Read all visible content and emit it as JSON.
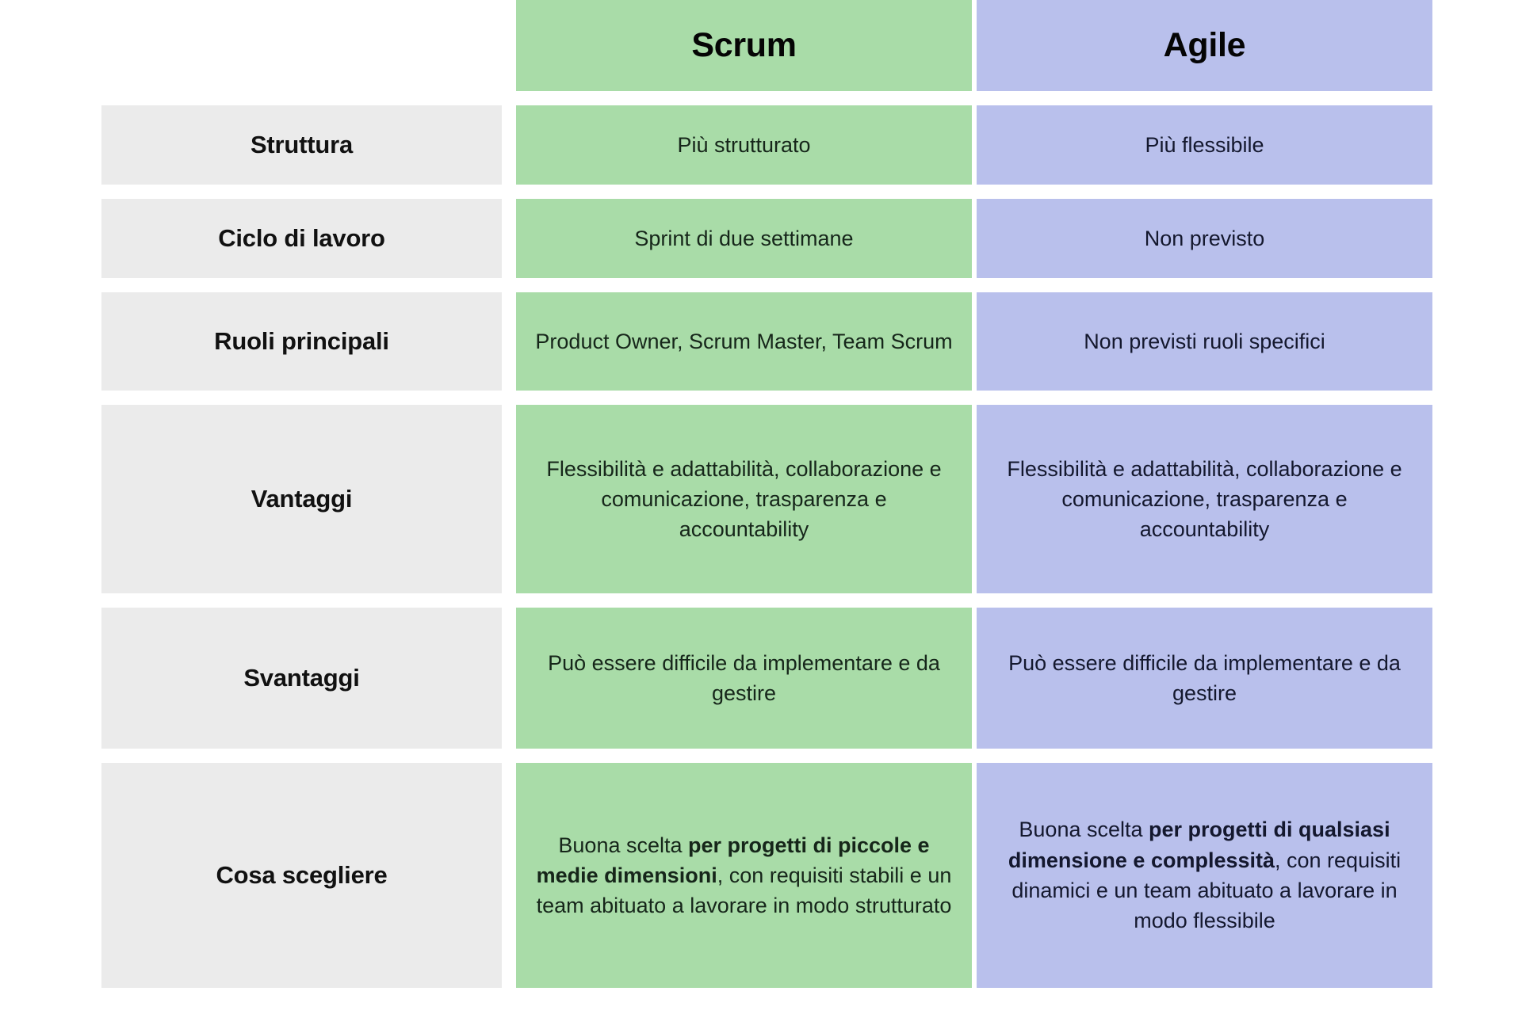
{
  "colors": {
    "scrum_bg": "#a9dca8",
    "agile_bg": "#b9c0ec",
    "label_bg": "#ebebeb",
    "page_bg": "#ffffff",
    "text": "#111111"
  },
  "table": {
    "headers": {
      "corner": "",
      "scrum": "Scrum",
      "agile": "Agile"
    },
    "rows": [
      {
        "label": "Struttura",
        "scrum": "Più strutturato",
        "agile": "Più flessibile"
      },
      {
        "label": "Ciclo di lavoro",
        "scrum": "Sprint di due settimane",
        "agile": "Non previsto"
      },
      {
        "label": "Ruoli principali",
        "scrum": "Product Owner, Scrum Master, Team Scrum",
        "agile": "Non previsti ruoli specifici"
      },
      {
        "label": "Vantaggi",
        "scrum": "Flessibilità e adattabilità, collaborazione e comunicazione, trasparenza e accountability",
        "agile": "Flessibilità e adattabilità, collaborazione e comunicazione, trasparenza e accountability"
      },
      {
        "label": "Svantaggi",
        "scrum": "Può essere difficile da implementare e da gestire",
        "agile": "Può essere difficile da implementare e da gestire"
      },
      {
        "label": "Cosa scegliere",
        "scrum_html": "Buona scelta <b>per progetti di piccole e medie dimensioni</b>, con requisiti stabili e un team abituato a lavorare in modo strutturato",
        "agile_html": "Buona scelta <b>per progetti di qualsiasi dimensione e complessità</b>, con requisiti dinamici e un team abituato a lavorare in modo flessibile",
        "scrum": "Buona scelta per progetti di piccole e medie dimensioni, con requisiti stabili e un team abituato a lavorare in modo strutturato",
        "agile": "Buona scelta per progetti di qualsiasi dimensione e complessità, con requisiti dinamici e un team abituato a lavorare in modo flessibile"
      }
    ]
  }
}
